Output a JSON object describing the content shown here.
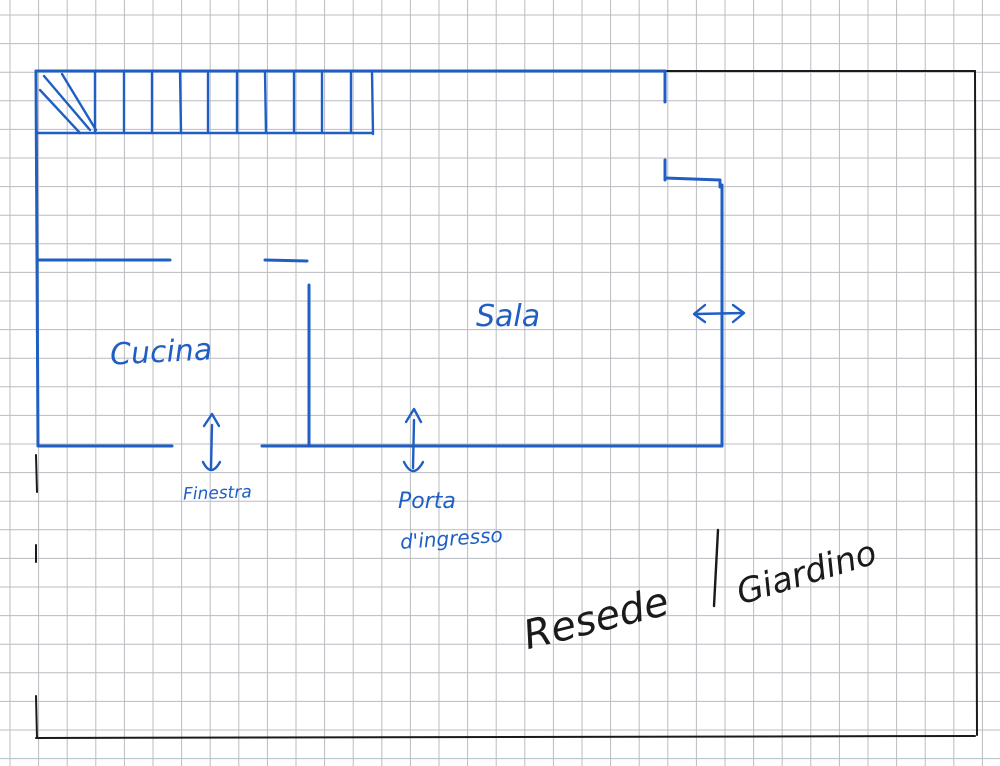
{
  "colors": {
    "paper": "#ffffff",
    "grid": "#b9bcc2",
    "blue_ink": "#1f5fc4",
    "black_ink": "#1a1a1a"
  },
  "labels": {
    "cucina": "Cucina",
    "sala": "Sala",
    "finestra": "Finestra",
    "porta_line1": "Porta",
    "porta_line2": "d'ingresso",
    "resede": "Resede",
    "giardino": "Giardino"
  }
}
